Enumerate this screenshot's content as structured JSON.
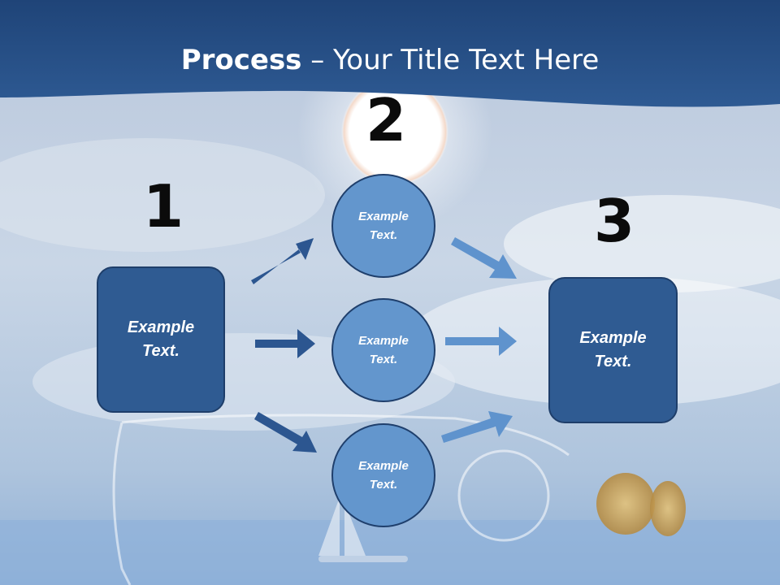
{
  "title": {
    "bold": "Process",
    "rest": " – Your Title Text Here"
  },
  "steps": {
    "one": "1",
    "two": "2",
    "three": "3"
  },
  "left_box": {
    "label": "Example\nText."
  },
  "right_box": {
    "label": "Example\nText."
  },
  "circles": [
    {
      "label": "Example\nText."
    },
    {
      "label": "Example\nText."
    },
    {
      "label": "Example\nText."
    }
  ],
  "colors": {
    "box_fill": "#2f5b92",
    "circle_fill": "#6396cd",
    "arrow_dark": "#2c5690",
    "arrow_light": "#5f93cd",
    "title_band": "#2a5288"
  }
}
